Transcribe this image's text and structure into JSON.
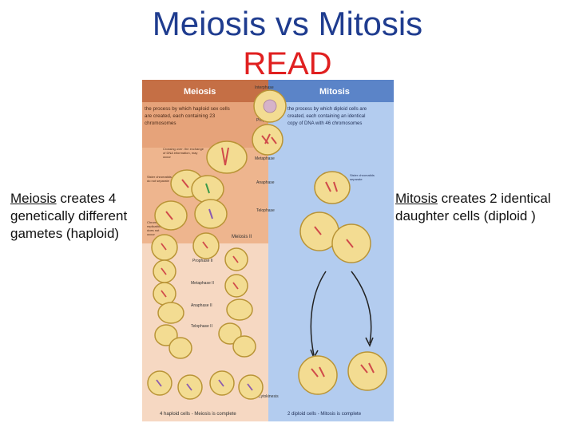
{
  "title_main": "Meiosis vs Mitosis",
  "title_sub": "READ",
  "left_note": {
    "keyword": "Meiosis",
    "rest": " creates 4 genetically different gametes (haploid)"
  },
  "right_note": {
    "keyword": "Mitosis",
    "rest": " creates 2 identical daughter cells (diploid )"
  },
  "figure": {
    "meiosis_header": "Meiosis",
    "mitosis_header": "Mitosis",
    "meiosis_desc": [
      "the process by which haploid sex cells",
      "are created, each containing 23",
      "chromosomes"
    ],
    "mitosis_desc": [
      "the process by which diploid cells are",
      "created, each containing an identical",
      "copy of DNA with 46 chromosomes"
    ],
    "stages": {
      "interphase": "Interphase",
      "prophase": "Prophase",
      "metaphase": "Metaphase",
      "anaphase": "Anaphase",
      "telophase": "Telophase",
      "meiosis2": "Meiosis II",
      "prophase2": "Prophase II",
      "metaphase2": "Metaphase II",
      "anaphase2": "Anaphase II",
      "telophase2": "Telophase II",
      "cytokinesis": "Cytokinesis"
    },
    "notes": {
      "crossing_over": [
        "Crossing over: the exchange",
        "of DNA information, may",
        "occur"
      ],
      "sister_meiosis": [
        "Sister chromatids",
        "do not separate"
      ],
      "sister_mitosis": [
        "Sister chromatids",
        "separate"
      ],
      "replication": [
        "Chromosome",
        "replication",
        "does not",
        "occur"
      ]
    },
    "footer_meiosis": "4 haploid cells - Meiosis is complete",
    "footer_mitosis": "2 diploid cells - Mitosis is complete",
    "colors": {
      "meiosis_header": "#c56f45",
      "meiosis_top": "#e6a37a",
      "meiosis_mid": "#eeb58e",
      "meiosis_bottom": "#f6d8c2",
      "mitosis_header": "#5b84c8",
      "mitosis_body": "#b3ccef",
      "cell_fill": "#f3dc92",
      "cell_stroke": "#b99436",
      "title_blue": "#1f3c8f",
      "title_red": "#e02020"
    }
  }
}
